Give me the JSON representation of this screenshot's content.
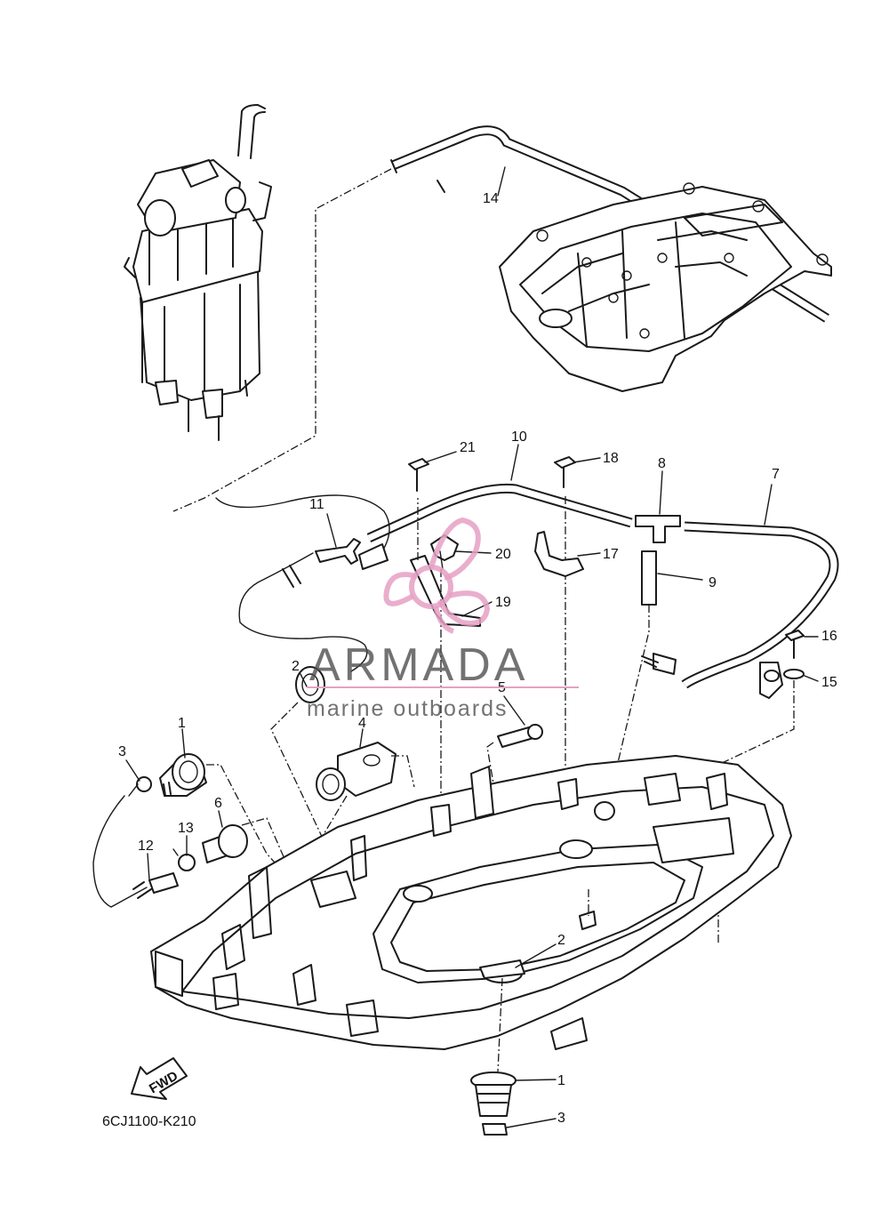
{
  "diagram_code": "6CJ1100-K210",
  "fwd_label": "FWD",
  "watermark": {
    "brand": "ARMADA",
    "tagline": "marine outboards",
    "color": "#e6a0c4"
  },
  "callouts": {
    "c1a": "1",
    "c1b": "1",
    "c2a": "2",
    "c2b": "2",
    "c3a": "3",
    "c3b": "3",
    "c4": "4",
    "c5": "5",
    "c6": "6",
    "c7": "7",
    "c8": "8",
    "c9": "9",
    "c10": "10",
    "c11": "11",
    "c12": "12",
    "c13": "13",
    "c14": "14",
    "c15": "15",
    "c16": "16",
    "c17": "17",
    "c18": "18",
    "c19": "19",
    "c20": "20",
    "c21": "21"
  }
}
